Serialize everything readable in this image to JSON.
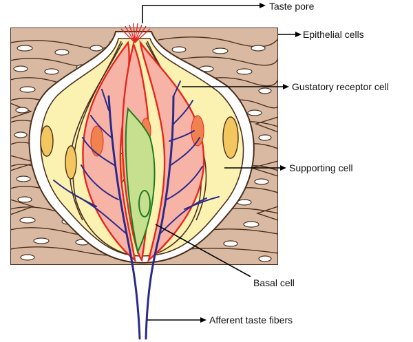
{
  "labels": {
    "taste_pore": "Taste pore",
    "epithelial_cells": "Epithelial cells",
    "gustatory_receptor_cell": "Gustatory receptor cell",
    "supporting_cell": "Supporting cell",
    "basal_cell": "Basal cell",
    "afferent_taste_fibers": "Afferent taste fibers"
  },
  "colors": {
    "epithelium": "#d9b9a1",
    "epithelium_line": "#4a2f1e",
    "supporting": "#fbf1b0",
    "receptor": "#f7b4a6",
    "receptor_outline": "#e8251f",
    "nerve": "#2b2a8c",
    "basal": "#c6e08f",
    "basal_outline": "#1f7a1f",
    "nucleus": "#f3c65f",
    "receptor_nucleus": "#f08250"
  }
}
